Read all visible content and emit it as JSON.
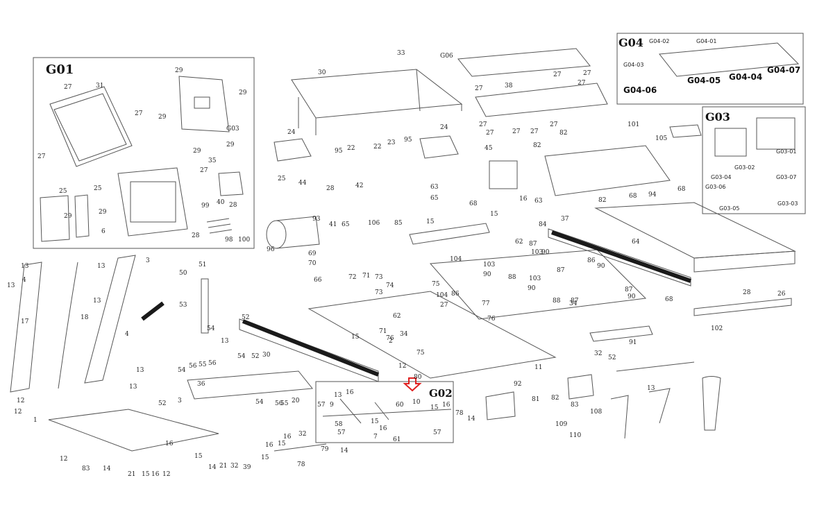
{
  "groups": {
    "g01": "G01",
    "g02": "G02",
    "g03": "G03",
    "g04": "G04"
  },
  "g04_sub": [
    "G04-02",
    "G04-01",
    "G04-03",
    "G04-06",
    "G04-05",
    "G04-04",
    "G04-07"
  ],
  "g03_sub": [
    "G03-01",
    "G03-02",
    "G03-04",
    "G03-06",
    "G03-07",
    "G03-05",
    "G03-03"
  ],
  "g01_labels": [
    "27",
    "31",
    "27",
    "27",
    "29",
    "29",
    "29",
    "G03",
    "29",
    "29",
    "35",
    "27",
    "25",
    "25",
    "29",
    "29",
    "6",
    "99",
    "40",
    "28",
    "28",
    "98",
    "100"
  ],
  "main_labels": [
    "33",
    "G06",
    "30",
    "27",
    "38",
    "27",
    "27",
    "27",
    "24",
    "24",
    "95",
    "22",
    "22",
    "23",
    "95",
    "27",
    "27",
    "27",
    "27",
    "27",
    "82",
    "101",
    "105",
    "45",
    "82",
    "25",
    "44",
    "28",
    "42",
    "63",
    "65",
    "68",
    "15",
    "16",
    "63",
    "82",
    "68",
    "94",
    "68",
    "93",
    "41",
    "65",
    "106",
    "85",
    "15",
    "84",
    "37",
    "64",
    "62",
    "87",
    "103",
    "90",
    "104",
    "86",
    "90",
    "96",
    "69",
    "70",
    "66",
    "72",
    "71",
    "73",
    "74",
    "87",
    "103",
    "90",
    "88",
    "75",
    "103",
    "90",
    "87",
    "104",
    "86",
    "27",
    "90",
    "88",
    "87",
    "77",
    "34",
    "68",
    "76",
    "73",
    "28",
    "26",
    "102",
    "91",
    "52",
    "51",
    "50",
    "53",
    "54",
    "13",
    "13",
    "13",
    "4",
    "17",
    "18",
    "4",
    "13",
    "13",
    "3",
    "36",
    "62",
    "34",
    "75",
    "71",
    "76",
    "2",
    "15",
    "12",
    "80",
    "11",
    "13",
    "32",
    "52",
    "54",
    "56",
    "55",
    "56",
    "54",
    "52",
    "30",
    "13",
    "13",
    "3",
    "52",
    "54",
    "56",
    "55",
    "20",
    "12",
    "12",
    "1",
    "12",
    "83",
    "14",
    "21",
    "15",
    "16",
    "12",
    "16",
    "15",
    "14",
    "21",
    "32",
    "39",
    "15",
    "16",
    "15",
    "16",
    "32",
    "79",
    "14",
    "78",
    "92",
    "81",
    "82",
    "83",
    "109",
    "108",
    "110"
  ],
  "g02_labels": [
    "57",
    "9",
    "13",
    "16",
    "60",
    "10",
    "15",
    "16",
    "58",
    "15",
    "16",
    "57",
    "7",
    "61",
    "57",
    "78",
    "14"
  ],
  "pointer_icon": "red-down-arrow-icon",
  "colors": {
    "line": "#555555",
    "belt": "#1a1a1a",
    "pointer": "#e02020",
    "box": "#888888"
  }
}
